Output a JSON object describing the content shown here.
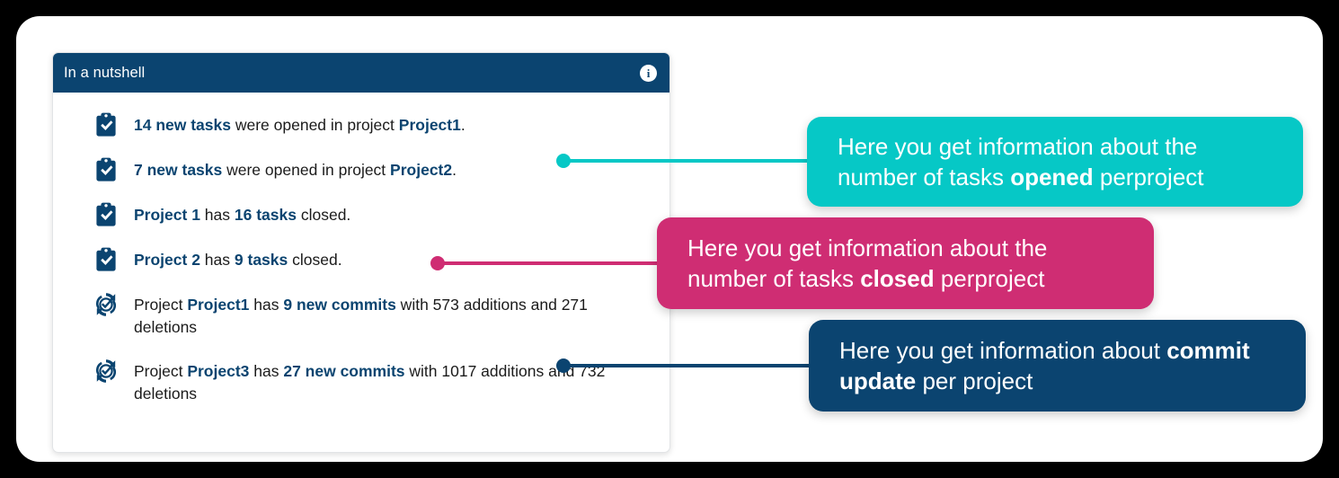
{
  "colors": {
    "brand_blue": "#0b4470",
    "teal": "#06c8c6",
    "pink": "#cf2d73",
    "panel_white": "#ffffff",
    "page_black": "#000000",
    "body_text": "#1b1b1b"
  },
  "card": {
    "title": "In a nutshell",
    "info_icon": "info-icon",
    "rows": [
      {
        "icon": "clipboard-check-icon",
        "kind": "task-opened",
        "parts": [
          {
            "text": "14 new tasks",
            "bold": true
          },
          {
            "text": " were opened in project ",
            "bold": false
          },
          {
            "text": "Project1",
            "bold": true
          },
          {
            "text": ".",
            "bold": false
          }
        ]
      },
      {
        "icon": "clipboard-check-icon",
        "kind": "task-opened",
        "parts": [
          {
            "text": "7 new tasks",
            "bold": true
          },
          {
            "text": " were opened in project ",
            "bold": false
          },
          {
            "text": "Project2",
            "bold": true
          },
          {
            "text": ".",
            "bold": false
          }
        ]
      },
      {
        "icon": "clipboard-check-icon",
        "kind": "task-closed",
        "parts": [
          {
            "text": "Project 1",
            "bold": true
          },
          {
            "text": " has ",
            "bold": false
          },
          {
            "text": "16 tasks",
            "bold": true
          },
          {
            "text": " closed.",
            "bold": false
          }
        ]
      },
      {
        "icon": "clipboard-check-icon",
        "kind": "task-closed",
        "parts": [
          {
            "text": "Project 2",
            "bold": true
          },
          {
            "text": " has ",
            "bold": false
          },
          {
            "text": "9 tasks",
            "bold": true
          },
          {
            "text": " closed.",
            "bold": false
          }
        ]
      },
      {
        "icon": "commit-sync-check-icon",
        "kind": "commit",
        "parts": [
          {
            "text": "Project ",
            "bold": false
          },
          {
            "text": "Project1",
            "bold": true
          },
          {
            "text": " has ",
            "bold": false
          },
          {
            "text": "9 new commits",
            "bold": true
          },
          {
            "text": " with 573 additions and 271 deletions",
            "bold": false
          }
        ]
      },
      {
        "icon": "commit-sync-check-icon",
        "kind": "commit",
        "parts": [
          {
            "text": "Project ",
            "bold": false
          },
          {
            "text": "Project3",
            "bold": true
          },
          {
            "text": " has ",
            "bold": false
          },
          {
            "text": "27 new commits",
            "bold": true
          },
          {
            "text": " with 1017 additions and 732 deletions",
            "bold": false
          }
        ]
      }
    ]
  },
  "callouts": [
    {
      "id": "opened",
      "color": "#06c8c6",
      "parts": [
        {
          "text": "Here you get information about the number of tasks ",
          "bold": false
        },
        {
          "text": "opened",
          "bold": true
        },
        {
          "text": " perproject",
          "bold": false
        }
      ]
    },
    {
      "id": "closed",
      "color": "#cf2d73",
      "parts": [
        {
          "text": "Here you get information about the number of tasks ",
          "bold": false
        },
        {
          "text": "closed",
          "bold": true
        },
        {
          "text": " perproject",
          "bold": false
        }
      ]
    },
    {
      "id": "commit",
      "color": "#0b4470",
      "parts": [
        {
          "text": "Here you get information about ",
          "bold": false
        },
        {
          "text": "commit update",
          "bold": true
        },
        {
          "text": " per project",
          "bold": false
        }
      ]
    }
  ]
}
